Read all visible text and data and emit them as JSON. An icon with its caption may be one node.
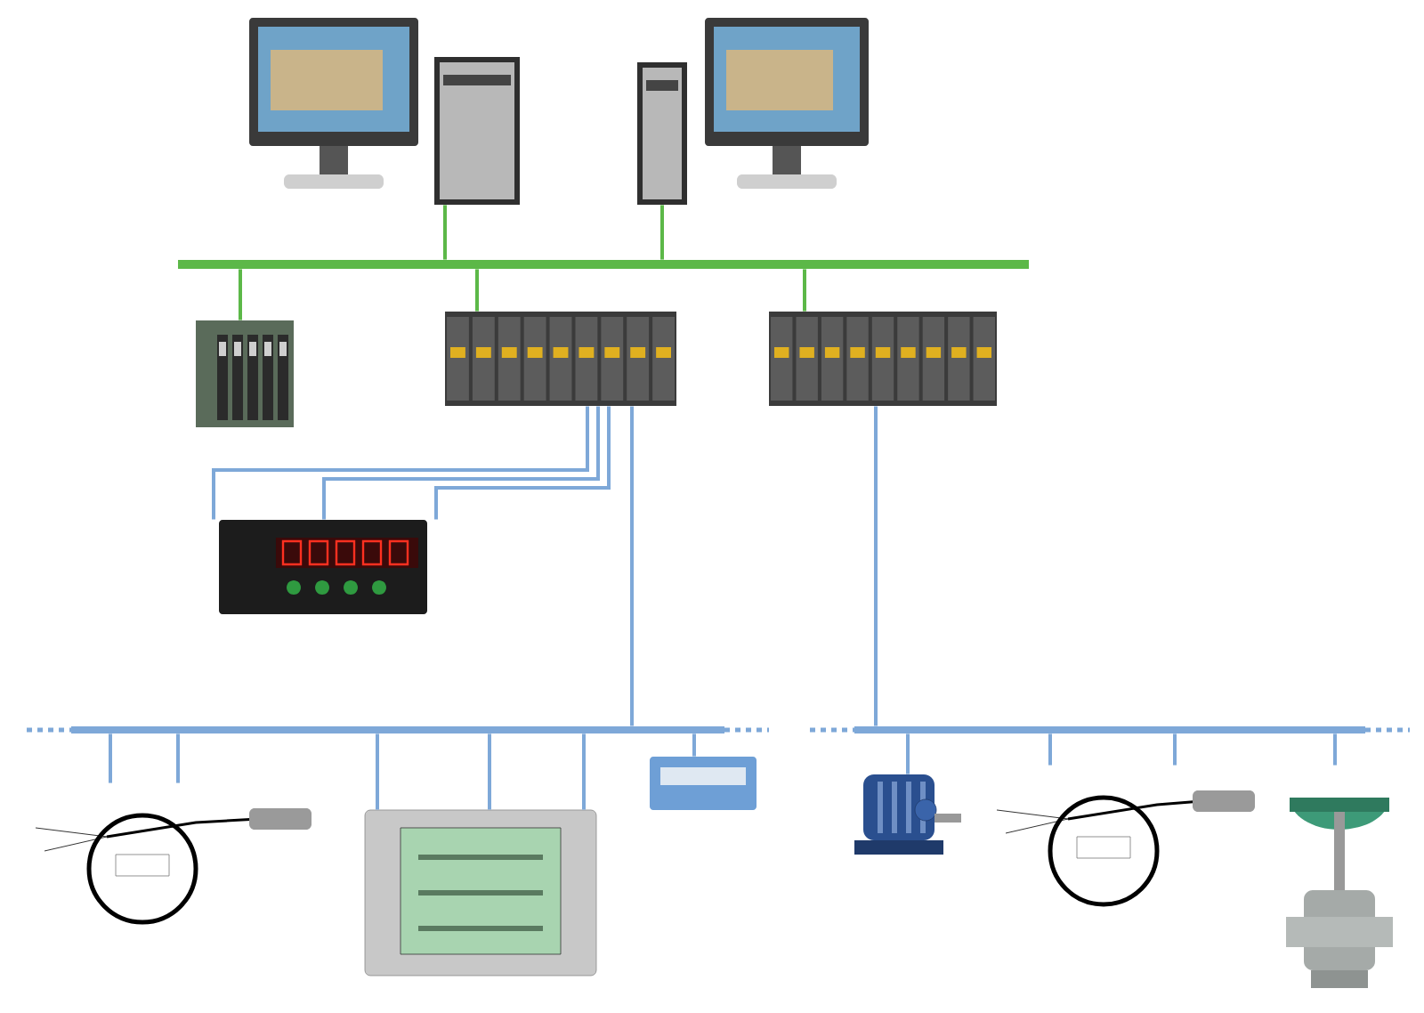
{
  "diagram": {
    "nodes": [
      {
        "text": [],
        "shape": "picture"
      },
      {
        "text": [],
        "shape": "picture"
      },
      {
        "text": [],
        "shape": "bar"
      },
      {
        "text": [],
        "shape": "picture"
      },
      {
        "text": [],
        "shape": "picture"
      },
      {
        "text": [],
        "shape": "picture"
      },
      {
        "text": [],
        "shape": "picture"
      },
      {
        "text": [],
        "shape": "bar"
      },
      {
        "text": [],
        "shape": "bar"
      },
      {
        "text": [],
        "shape": "picture"
      },
      {
        "text": [],
        "shape": "picture"
      },
      {
        "text": [],
        "shape": "picture"
      },
      {
        "text": [],
        "shape": "picture"
      },
      {
        "text": [],
        "shape": "picture"
      },
      {
        "text": [],
        "shape": "picture"
      }
    ],
    "edges": [
      {
        "from": 0,
        "to": 2,
        "arrow": "none",
        "color": "#5cb848"
      },
      {
        "from": 1,
        "to": 2,
        "arrow": "none",
        "color": "#5cb848"
      },
      {
        "from": 2,
        "to": 3,
        "arrow": "none",
        "color": "#5cb848"
      },
      {
        "from": 2,
        "to": 4,
        "arrow": "none",
        "color": "#5cb848"
      },
      {
        "from": 2,
        "to": 5,
        "arrow": "none",
        "color": "#5cb848"
      },
      {
        "from": 4,
        "to": 6,
        "arrow": "none"
      },
      {
        "from": 4,
        "to": 6,
        "arrow": "none"
      },
      {
        "from": 4,
        "to": 6,
        "arrow": "none"
      },
      {
        "from": 4,
        "to": 7,
        "arrow": "none"
      },
      {
        "from": 5,
        "to": 8,
        "arrow": "none"
      },
      {
        "from": 7,
        "to": 9,
        "arrow": "none"
      },
      {
        "from": 7,
        "to": 9,
        "arrow": "none"
      },
      {
        "from": 7,
        "to": 10,
        "arrow": "none"
      },
      {
        "from": 7,
        "to": 10,
        "arrow": "none"
      },
      {
        "from": 7,
        "to": 10,
        "arrow": "none"
      },
      {
        "from": 7,
        "to": 11,
        "arrow": "none"
      },
      {
        "from": 8,
        "to": 12,
        "arrow": "none"
      },
      {
        "from": 8,
        "to": 13,
        "arrow": "none"
      },
      {
        "from": 8,
        "to": 13,
        "arrow": "none"
      },
      {
        "from": 8,
        "to": 14,
        "arrow": "none"
      }
    ]
  }
}
